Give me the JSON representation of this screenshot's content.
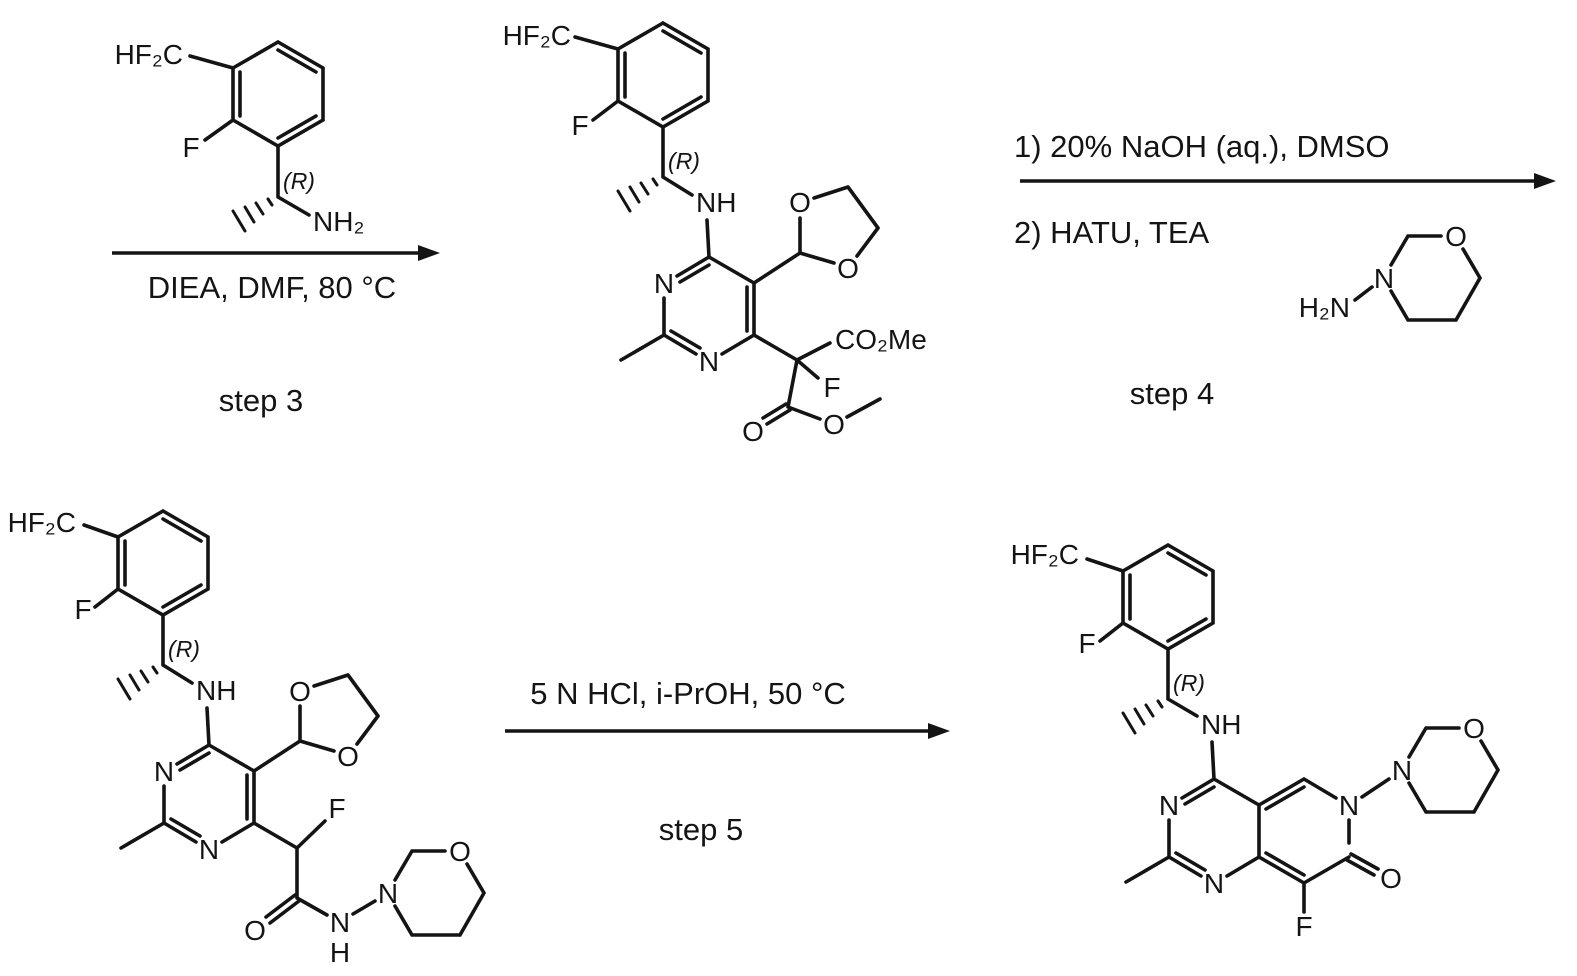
{
  "atoms": {
    "HF2C": "HF₂C",
    "F": "F",
    "N": "N",
    "O": "O",
    "H": "H",
    "NH": "NH",
    "NH2": "NH₂",
    "H2N": "H₂N",
    "CO2Me": "CO₂Me",
    "R": "(R)"
  },
  "steps": {
    "step3": {
      "conditions": "DIEA, DMF, 80 °C",
      "label": "step 3"
    },
    "step4": {
      "conditions_line1": "1) 20% NaOH (aq.), DMSO",
      "conditions_line2": "2) HATU, TEA",
      "label": "step 4"
    },
    "step5": {
      "conditions": "5 N HCl, i-PrOH, 50 °C",
      "label": "step 5"
    }
  }
}
